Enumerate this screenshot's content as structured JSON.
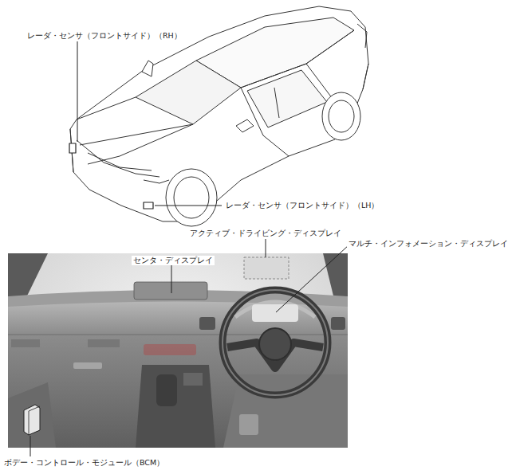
{
  "diagram": {
    "labels": [
      "レーダ・センサ（フロントサイド）（RH）",
      "レーダ・センサ（フロントサイド）（LH）",
      "アクティブ・ドライビング・ディスプレイ",
      "マルチ・インフォメーション・ディスプレイ",
      "センタ・ディスプレイ",
      "ボデー・コントロール・モジュール（BCM）"
    ]
  }
}
